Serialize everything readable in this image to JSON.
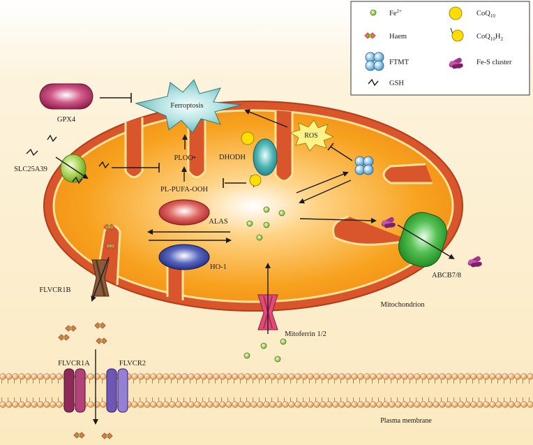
{
  "legend": {
    "fe2": {
      "base": "Fe",
      "sup": "2+"
    },
    "haem": "Haem",
    "ftmt": "FTMT",
    "gsh": "GSH",
    "coq10": {
      "base": "CoQ",
      "sub": "10"
    },
    "coq10h2": {
      "base": "CoQ",
      "sub": "10",
      "tail": "H",
      "sub2": "2"
    },
    "fes": "Fe-S cluster"
  },
  "labels": {
    "gpx4": "GPX4",
    "ferroptosis": "Ferroptosis",
    "ploo": "PLOO•",
    "plpufa": "PL-PUFA-OOH",
    "dhodh": "DHODH",
    "ros": "ROS",
    "slc": "SLC25A39",
    "alas": "ALAS",
    "ho1": "HO-1",
    "flvcr1b": "FLVCR1B",
    "abcb": "ABCB7/8",
    "mitochondrion": "Mitochondrion",
    "mitoferrin": "Mitoferrin 1/2",
    "flvcr1a": "FLVCR1A",
    "flvcr2": "FLVCR2",
    "plasma": "Plasma membrane"
  },
  "colors": {
    "background_warm": "#fdf0d2",
    "mito_outer": "#d9552b",
    "mito_inner": "#f6a623",
    "cristae": "#ffe49a",
    "fe_green": "#9ccb46",
    "coq_yellow": "#ffdd00",
    "ftmt_blue": "#7fc3ea",
    "fes_purple": "#9c2f86",
    "gpx4_magenta": "#a8305f",
    "ferroptosis_teal": "#7ac6c8",
    "alas_red": "#c0302e",
    "ho1_blue": "#2d3a8f",
    "abcb_green": "#3aa83a",
    "membrane_orange": "#eba25a"
  },
  "icons": [
    "fe2-dot-icon",
    "haem-icon",
    "ftmt-cluster-icon",
    "gsh-zigzag-icon",
    "coq10-icon",
    "coq10h2-icon",
    "fes-cluster-icon"
  ]
}
